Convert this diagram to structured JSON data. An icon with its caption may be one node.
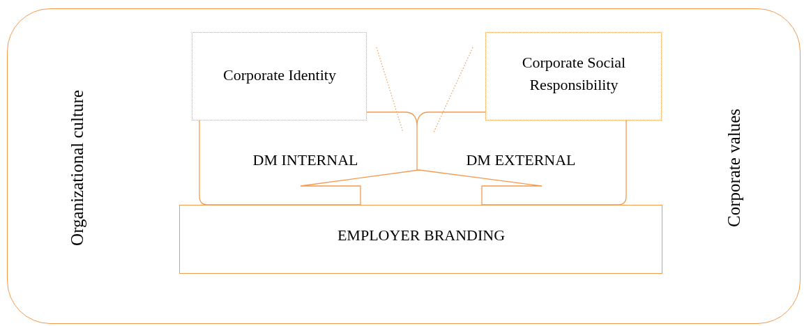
{
  "diagram": {
    "nodes": [
      {
        "text": [
          "Organizational culture",
          "Corporate values"
        ]
      },
      {
        "text": [
          "Corporate Identity"
        ],
        "in": 0
      },
      {
        "text": [
          "Corporate Social Responsibility"
        ],
        "in": 0
      },
      {
        "text": [
          "DM INTERNAL",
          "DM EXTERNAL"
        ],
        "in": 0
      },
      {
        "text": [
          "EMPLOYER BRANDING"
        ],
        "in": 0
      }
    ],
    "edges": [
      {
        "from": 1,
        "to": 3,
        "arrow": "none",
        "style": "dashed"
      },
      {
        "from": 2,
        "to": 3,
        "arrow": "none",
        "style": "dashed"
      }
    ]
  }
}
